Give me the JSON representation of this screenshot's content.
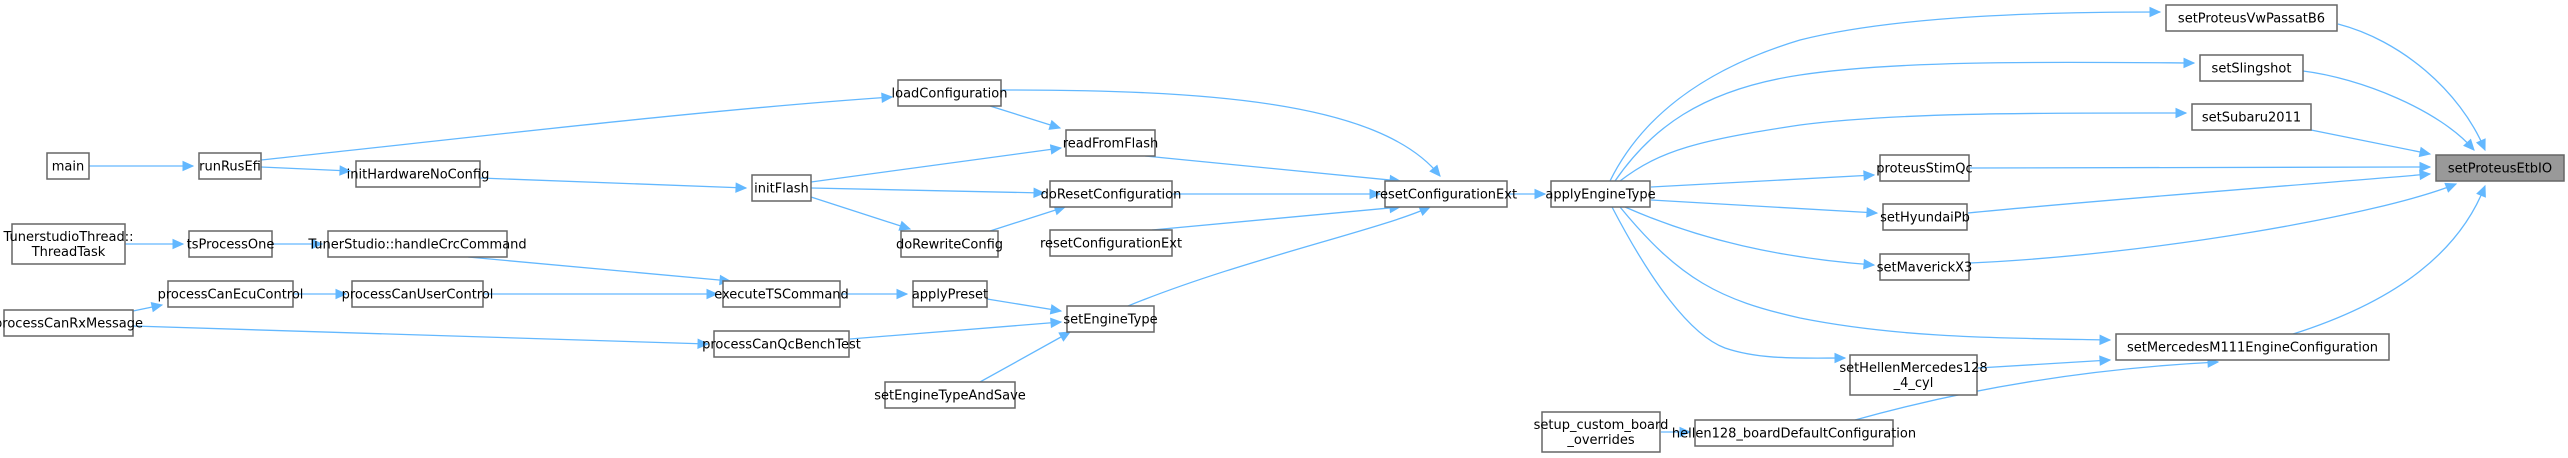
{
  "diagram": {
    "type": "call-graph",
    "title": "setProteusEtbIO caller graph",
    "colors": {
      "edge": "#63b8ff",
      "node_border": "#666666",
      "node_fill": "#ffffff",
      "focus_fill": "#999999",
      "text": "#000000"
    },
    "focus_node": "setProteusEtbIO",
    "nodes": [
      {
        "id": "setProteusEtbIO",
        "lines": [
          "setProteusEtbIO"
        ],
        "focus": true
      },
      {
        "id": "setProteusVwPassatB6",
        "lines": [
          "setProteusVwPassatB6"
        ]
      },
      {
        "id": "setSlingshot",
        "lines": [
          "setSlingshot"
        ]
      },
      {
        "id": "setSubaru2011",
        "lines": [
          "setSubaru2011"
        ]
      },
      {
        "id": "proteusStimQc",
        "lines": [
          "proteusStimQc"
        ]
      },
      {
        "id": "setHyundaiPb",
        "lines": [
          "setHyundaiPb"
        ]
      },
      {
        "id": "setMaverickX3",
        "lines": [
          "setMaverickX3"
        ]
      },
      {
        "id": "setMercedesM111EngineConfiguration",
        "lines": [
          "setMercedesM111EngineConfiguration"
        ]
      },
      {
        "id": "setHellenMercedes128_4_cyl",
        "lines": [
          "setHellenMercedes128",
          "_4_cyl"
        ]
      },
      {
        "id": "hellen128_boardDefaultConfiguration",
        "lines": [
          "hellen128_boardDefaultConfiguration"
        ]
      },
      {
        "id": "setup_custom_board_overrides",
        "lines": [
          "setup_custom_board",
          "_overrides"
        ]
      },
      {
        "id": "applyEngineType",
        "lines": [
          "applyEngineType"
        ]
      },
      {
        "id": "resetConfigurationExt",
        "lines": [
          "resetConfigurationExt"
        ]
      },
      {
        "id": "resetConfigurationExt_2",
        "lines": [
          "resetConfigurationExt"
        ]
      },
      {
        "id": "loadConfiguration",
        "lines": [
          "loadConfiguration"
        ]
      },
      {
        "id": "readFromFlash",
        "lines": [
          "readFromFlash"
        ]
      },
      {
        "id": "doResetConfiguration",
        "lines": [
          "doResetConfiguration"
        ]
      },
      {
        "id": "doRewriteConfig",
        "lines": [
          "doRewriteConfig"
        ]
      },
      {
        "id": "setEngineType",
        "lines": [
          "setEngineType"
        ]
      },
      {
        "id": "applyPreset",
        "lines": [
          "applyPreset"
        ]
      },
      {
        "id": "setEngineTypeAndSave",
        "lines": [
          "setEngineTypeAndSave"
        ]
      },
      {
        "id": "initFlash",
        "lines": [
          "initFlash"
        ]
      },
      {
        "id": "initHardwareNoConfig",
        "lines": [
          "initHardwareNoConfig"
        ]
      },
      {
        "id": "runRusEfi",
        "lines": [
          "runRusEfi"
        ]
      },
      {
        "id": "main",
        "lines": [
          "main"
        ]
      },
      {
        "id": "executeTSCommand",
        "lines": [
          "executeTSCommand"
        ]
      },
      {
        "id": "TunerStudio_handleCrcCommand",
        "lines": [
          "TunerStudio::handleCrcCommand"
        ]
      },
      {
        "id": "tsProcessOne",
        "lines": [
          "tsProcessOne"
        ]
      },
      {
        "id": "TunerstudioThread_ThreadTask",
        "lines": [
          "TunerstudioThread::",
          "ThreadTask"
        ]
      },
      {
        "id": "processCanUserControl",
        "lines": [
          "processCanUserControl"
        ]
      },
      {
        "id": "processCanEcuControl",
        "lines": [
          "processCanEcuControl"
        ]
      },
      {
        "id": "processCanRxMessage",
        "lines": [
          "processCanRxMessage"
        ]
      },
      {
        "id": "processCanQcBenchTest",
        "lines": [
          "processCanQcBenchTest"
        ]
      }
    ],
    "edges": [
      {
        "from": "setProteusVwPassatB6",
        "to": "setProteusEtbIO"
      },
      {
        "from": "setSlingshot",
        "to": "setProteusEtbIO"
      },
      {
        "from": "setSubaru2011",
        "to": "setProteusEtbIO"
      },
      {
        "from": "proteusStimQc",
        "to": "setProteusEtbIO"
      },
      {
        "from": "setHyundaiPb",
        "to": "setProteusEtbIO"
      },
      {
        "from": "setMaverickX3",
        "to": "setProteusEtbIO"
      },
      {
        "from": "setMercedesM111EngineConfiguration",
        "to": "setProteusEtbIO"
      },
      {
        "from": "applyEngineType",
        "to": "setProteusVwPassatB6"
      },
      {
        "from": "applyEngineType",
        "to": "setSlingshot"
      },
      {
        "from": "applyEngineType",
        "to": "setSubaru2011"
      },
      {
        "from": "applyEngineType",
        "to": "proteusStimQc"
      },
      {
        "from": "applyEngineType",
        "to": "setHyundaiPb"
      },
      {
        "from": "applyEngineType",
        "to": "setMaverickX3"
      },
      {
        "from": "applyEngineType",
        "to": "setMercedesM111EngineConfiguration"
      },
      {
        "from": "applyEngineType",
        "to": "setHellenMercedes128_4_cyl"
      },
      {
        "from": "setHellenMercedes128_4_cyl",
        "to": "setMercedesM111EngineConfiguration"
      },
      {
        "from": "hellen128_boardDefaultConfiguration",
        "to": "setMercedesM111EngineConfiguration"
      },
      {
        "from": "setup_custom_board_overrides",
        "to": "hellen128_boardDefaultConfiguration"
      },
      {
        "from": "resetConfigurationExt",
        "to": "applyEngineType"
      },
      {
        "from": "loadConfiguration",
        "to": "resetConfigurationExt"
      },
      {
        "from": "readFromFlash",
        "to": "resetConfigurationExt"
      },
      {
        "from": "doResetConfiguration",
        "to": "resetConfigurationExt"
      },
      {
        "from": "resetConfigurationExt_2",
        "to": "resetConfigurationExt"
      },
      {
        "from": "setEngineType",
        "to": "resetConfigurationExt"
      },
      {
        "from": "loadConfiguration",
        "to": "readFromFlash"
      },
      {
        "from": "initFlash",
        "to": "readFromFlash"
      },
      {
        "from": "initFlash",
        "to": "doResetConfiguration"
      },
      {
        "from": "initFlash",
        "to": "doRewriteConfig"
      },
      {
        "from": "doRewriteConfig",
        "to": "doResetConfiguration"
      },
      {
        "from": "runRusEfi",
        "to": "loadConfiguration"
      },
      {
        "from": "runRusEfi",
        "to": "initHardwareNoConfig"
      },
      {
        "from": "initHardwareNoConfig",
        "to": "initFlash"
      },
      {
        "from": "main",
        "to": "runRusEfi"
      },
      {
        "from": "applyPreset",
        "to": "setEngineType"
      },
      {
        "from": "processCanQcBenchTest",
        "to": "setEngineType"
      },
      {
        "from": "setEngineTypeAndSave",
        "to": "setEngineType"
      },
      {
        "from": "executeTSCommand",
        "to": "applyPreset"
      },
      {
        "from": "TunerStudio_handleCrcCommand",
        "to": "executeTSCommand"
      },
      {
        "from": "processCanUserControl",
        "to": "executeTSCommand"
      },
      {
        "from": "tsProcessOne",
        "to": "TunerStudio_handleCrcCommand"
      },
      {
        "from": "TunerstudioThread_ThreadTask",
        "to": "tsProcessOne"
      },
      {
        "from": "processCanEcuControl",
        "to": "processCanUserControl"
      },
      {
        "from": "processCanRxMessage",
        "to": "processCanEcuControl"
      },
      {
        "from": "processCanRxMessage",
        "to": "processCanQcBenchTest"
      }
    ]
  }
}
